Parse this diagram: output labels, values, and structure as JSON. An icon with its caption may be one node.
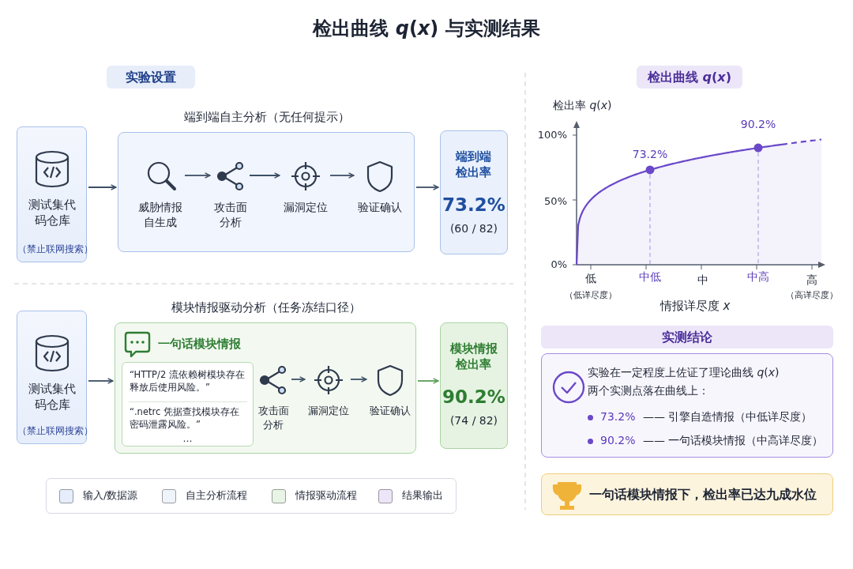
{
  "diagram": {
    "title": "检出曲线 *q*(*x*) 与实测结果",
    "nodes": [
      {
        "text": [
          "实验设置"
        ]
      },
      {
        "text": [
          "测试集代码仓库",
          "（禁止联网搜索）"
        ]
      },
      {
        "text": [
          "端到端自主分析（无任何提示）"
        ]
      },
      {
        "text": [
          "威胁情报自生成"
        ],
        "in": 2
      },
      {
        "text": [
          "攻击面分析"
        ],
        "in": 2
      },
      {
        "text": [
          "漏洞定位"
        ],
        "in": 2
      },
      {
        "text": [
          "验证确认"
        ],
        "in": 2
      },
      {
        "text": [
          "端到端检出率",
          "73.2%",
          "(60 / 82)"
        ]
      },
      {
        "text": [
          "测试集代码仓库",
          "（禁止联网搜索）"
        ]
      },
      {
        "text": [
          "模块情报驱动分析（任务冻结口径）",
          "一句话模块情报"
        ]
      },
      {
        "text": [
          "“HTTP/2 流依赖树模块存在释放后使用风险。”",
          "“.netrc 凭据查找模块存在密码泄露风险。”",
          "…"
        ],
        "in": 9
      },
      {
        "text": [
          "攻击面分析"
        ],
        "in": 9
      },
      {
        "text": [
          "漏洞定位"
        ],
        "in": 9
      },
      {
        "text": [
          "验证确认"
        ],
        "in": 9
      },
      {
        "text": [
          "模块情报检出率",
          "90.2%",
          "(74 / 82)"
        ]
      },
      {
        "text": [
          "检出曲线 *q*(*x*)"
        ]
      },
      {
        "text": [
          "实测结论"
        ]
      },
      {
        "text": [
          "实验在一定程度上佐证了理论曲线 *q*(*x*)",
          "两个实测点落在曲线上：",
          "73.2%",
          "—— 引擎自造情报（中低详尽度）",
          "90.2%",
          "—— 一句话模块情报（中高详尽度）"
        ]
      },
      {
        "text": [
          "一句话模块情报下，检出率已达九成水位"
        ]
      }
    ],
    "edges": [
      {
        "from": 1,
        "to": 2,
        "arrow": "to"
      },
      {
        "from": 3,
        "to": 4,
        "arrow": "to"
      },
      {
        "from": 4,
        "to": 5,
        "arrow": "to"
      },
      {
        "from": 5,
        "to": 6,
        "arrow": "to"
      },
      {
        "from": 2,
        "to": 7,
        "arrow": "to"
      },
      {
        "from": 8,
        "to": 9,
        "arrow": "to"
      },
      {
        "from": 11,
        "to": 12,
        "arrow": "to"
      },
      {
        "from": 12,
        "to": 13,
        "arrow": "to"
      },
      {
        "from": 9,
        "to": 14,
        "arrow": "to",
        "color": "#5a9e5a"
      }
    ],
    "labels": [
      "检出率 *q*(*x*)",
      "100%",
      "90.2%",
      "73.2%",
      "50%",
      "0%",
      "低",
      "中低",
      "中",
      "中高",
      "高",
      "（低详尽度）",
      "情报详尽度 *x*",
      "（高详尽度）"
    ],
    "legend": [
      {
        "text": "输入/数据源",
        "color": "#e6eefb"
      },
      {
        "text": "自主分析流程",
        "color": "#eff3fa"
      },
      {
        "text": "情报驱动流程",
        "color": "#e8f4e5"
      },
      {
        "text": "结果输出",
        "color": "#ece6f8"
      }
    ]
  }
}
